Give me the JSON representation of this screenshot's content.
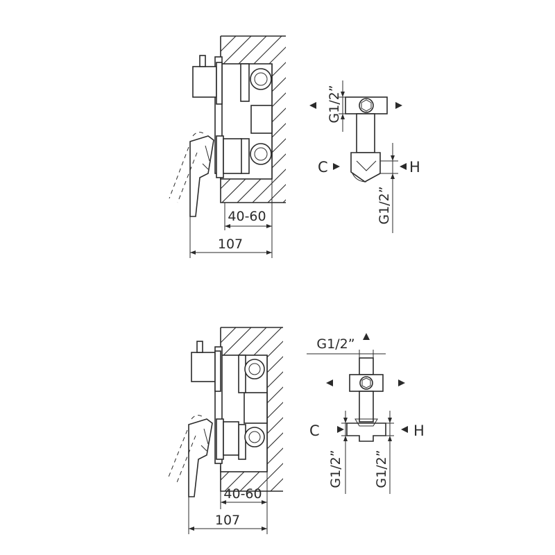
{
  "top_view": {
    "dim_depth": "40-60",
    "dim_total": "107",
    "thread_top": "G1/2”",
    "thread_bottom": "G1/2”",
    "label_cold": "C",
    "label_hot": "H"
  },
  "bottom_view": {
    "dim_depth": "40-60",
    "dim_total": "107",
    "thread_top": "G1/2”",
    "thread_left": "G1/2”",
    "thread_right": "G1/2”",
    "label_cold": "C",
    "label_hot": "H"
  }
}
